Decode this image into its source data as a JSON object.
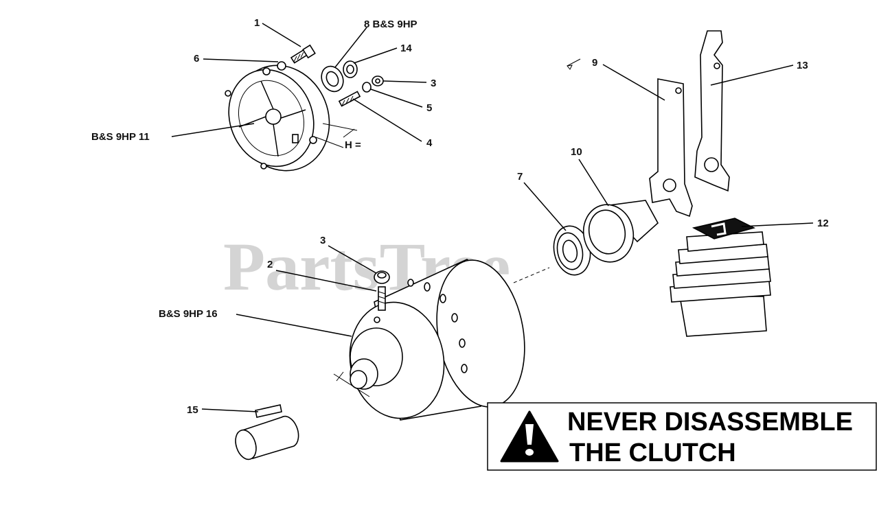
{
  "watermark": "PartsTree",
  "watermark_mark": "™",
  "warning": {
    "line1": "NEVER DISASSEMBLE",
    "line2": "THE CLUTCH"
  },
  "dimension_label": "H =",
  "callouts": {
    "c1": "1",
    "c8": "8  B&S 9HP",
    "c14": "14",
    "c6": "6",
    "c3a": "3",
    "c5": "5",
    "c4": "4",
    "c11": "B&S 9HP  11",
    "c9": "9",
    "c13": "13",
    "c10": "10",
    "c7": "7",
    "c12": "12",
    "c3b": "3",
    "c2": "2",
    "c16": "B&S 9HP 16",
    "c15": "15"
  }
}
